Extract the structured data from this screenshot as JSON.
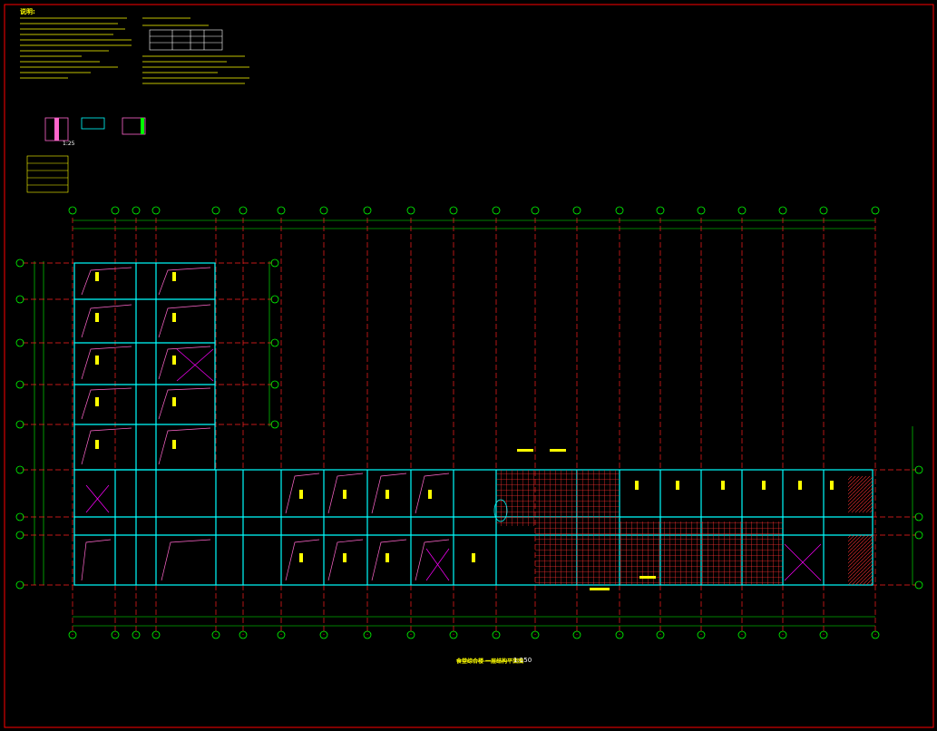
{
  "drawing": {
    "notes_title": "说明:",
    "title": "食堂综合楼  一层结构平面图",
    "scale": "1:150",
    "detail_scale": "1:25"
  },
  "colors": {
    "background": "#000000",
    "frame": "#ff0000",
    "axis": "#ff2020",
    "grid_bubble": "#00ff00",
    "dimension": "#00ff00",
    "walls": "#00ffff",
    "text": "#ffff00",
    "hatch": "#ff3030",
    "slab_lines": "#ff66cc",
    "braces": "#ff00ff"
  },
  "icons": [
    "grid-bubble-icon",
    "section-mark-icon"
  ]
}
